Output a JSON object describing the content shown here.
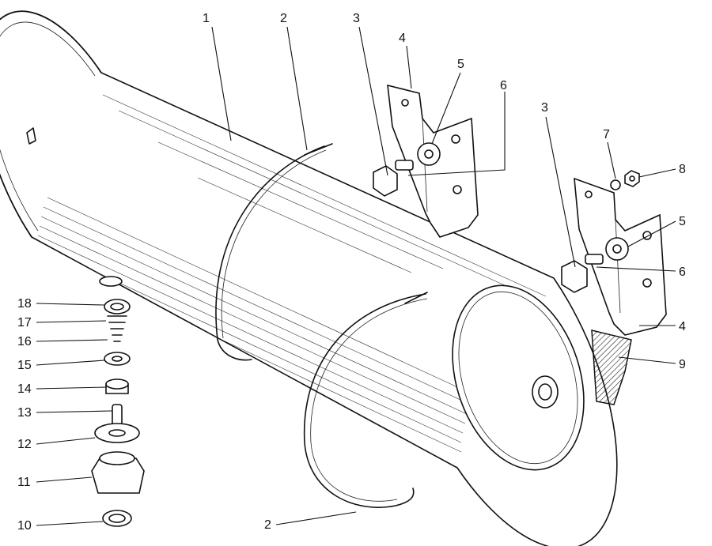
{
  "callouts": [
    {
      "id": "c1",
      "text": "1"
    },
    {
      "id": "c2a",
      "text": "2"
    },
    {
      "id": "c2b",
      "text": "2"
    },
    {
      "id": "c3a",
      "text": "3"
    },
    {
      "id": "c3b",
      "text": "3"
    },
    {
      "id": "c4a",
      "text": "4"
    },
    {
      "id": "c4b",
      "text": "4"
    },
    {
      "id": "c5a",
      "text": "5"
    },
    {
      "id": "c5b",
      "text": "5"
    },
    {
      "id": "c6a",
      "text": "6"
    },
    {
      "id": "c6b",
      "text": "6"
    },
    {
      "id": "c7",
      "text": "7"
    },
    {
      "id": "c8",
      "text": "8"
    },
    {
      "id": "c9",
      "text": "9"
    },
    {
      "id": "c10",
      "text": "10"
    },
    {
      "id": "c11",
      "text": "11"
    },
    {
      "id": "c12",
      "text": "12"
    },
    {
      "id": "c13",
      "text": "13"
    },
    {
      "id": "c14",
      "text": "14"
    },
    {
      "id": "c15",
      "text": "15"
    },
    {
      "id": "c16",
      "text": "16"
    },
    {
      "id": "c17",
      "text": "17"
    },
    {
      "id": "c18",
      "text": "18"
    }
  ]
}
